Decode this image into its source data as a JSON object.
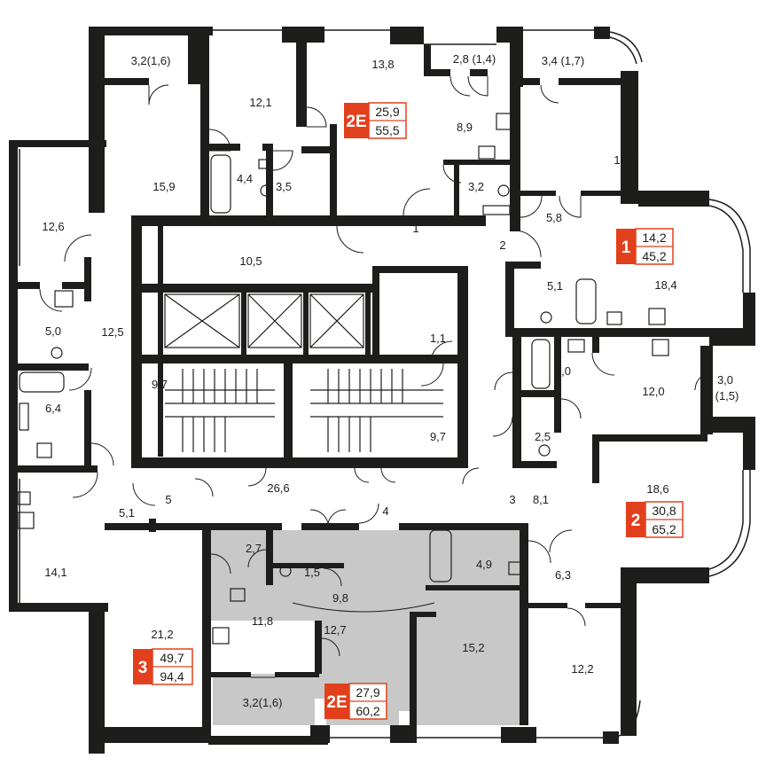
{
  "colors": {
    "wall": "#1d1d1b",
    "accent": "#e2401c",
    "highlight": "#c8c8c8",
    "background": "#ffffff"
  },
  "rooms": [
    {
      "id": "r1",
      "label": "3,2(1,6)"
    },
    {
      "id": "r2",
      "label": "13,8"
    },
    {
      "id": "r3",
      "label": "2,8 (1,4)"
    },
    {
      "id": "r4",
      "label": "3,4 (1,7)"
    },
    {
      "id": "r5",
      "label": "12,1"
    },
    {
      "id": "r6",
      "label": "8,9"
    },
    {
      "id": "r7",
      "label": "14,2"
    },
    {
      "id": "r8",
      "label": "15,9"
    },
    {
      "id": "r9",
      "label": "4,4"
    },
    {
      "id": "r10",
      "label": "3,5"
    },
    {
      "id": "r11",
      "label": "3,2"
    },
    {
      "id": "r12",
      "label": "12,6"
    },
    {
      "id": "r13",
      "label": "5,8"
    },
    {
      "id": "r14",
      "label": "1"
    },
    {
      "id": "r15",
      "label": "2"
    },
    {
      "id": "r16",
      "label": "10,5"
    },
    {
      "id": "r17",
      "label": "18,4"
    },
    {
      "id": "r18",
      "label": "5,1"
    },
    {
      "id": "r19",
      "label": "5,0"
    },
    {
      "id": "r20",
      "label": "12,5"
    },
    {
      "id": "r21",
      "label": "1,1"
    },
    {
      "id": "r22",
      "label": "4,0"
    },
    {
      "id": "r23",
      "label": "12,0"
    },
    {
      "id": "r24",
      "label": "9,7"
    },
    {
      "id": "r25",
      "label": "6,4"
    },
    {
      "id": "r26",
      "label": "3,0"
    },
    {
      "id": "r27",
      "label": "(1,5)"
    },
    {
      "id": "r28",
      "label": "9,7"
    },
    {
      "id": "r29",
      "label": "2,5"
    },
    {
      "id": "r30",
      "label": "26,6"
    },
    {
      "id": "r31",
      "label": "5"
    },
    {
      "id": "r32",
      "label": "18,6"
    },
    {
      "id": "r33",
      "label": "3"
    },
    {
      "id": "r34",
      "label": "8,1"
    },
    {
      "id": "r35",
      "label": "5,1"
    },
    {
      "id": "r36",
      "label": "4"
    },
    {
      "id": "r37",
      "label": "2,7"
    },
    {
      "id": "r38",
      "label": "1,5"
    },
    {
      "id": "r39",
      "label": "4,9"
    },
    {
      "id": "r40",
      "label": "14,1"
    },
    {
      "id": "r41",
      "label": "6,3"
    },
    {
      "id": "r42",
      "label": "9,8"
    },
    {
      "id": "r43",
      "label": "11,8"
    },
    {
      "id": "r44",
      "label": "12,7"
    },
    {
      "id": "r45",
      "label": "21,2"
    },
    {
      "id": "r46",
      "label": "15,2"
    },
    {
      "id": "r47",
      "label": "12,2"
    },
    {
      "id": "r48",
      "label": "3,2(1,6)"
    }
  ],
  "apartments": [
    {
      "id": "a1",
      "type": "2E",
      "living": "25,9",
      "total": "55,5"
    },
    {
      "id": "a2",
      "type": "1",
      "living": "14,2",
      "total": "45,2"
    },
    {
      "id": "a3",
      "type": "2",
      "living": "30,8",
      "total": "65,2"
    },
    {
      "id": "a4",
      "type": "3",
      "living": "49,7",
      "total": "94,4"
    },
    {
      "id": "a5",
      "type": "2E",
      "living": "27,9",
      "total": "60,2"
    }
  ]
}
